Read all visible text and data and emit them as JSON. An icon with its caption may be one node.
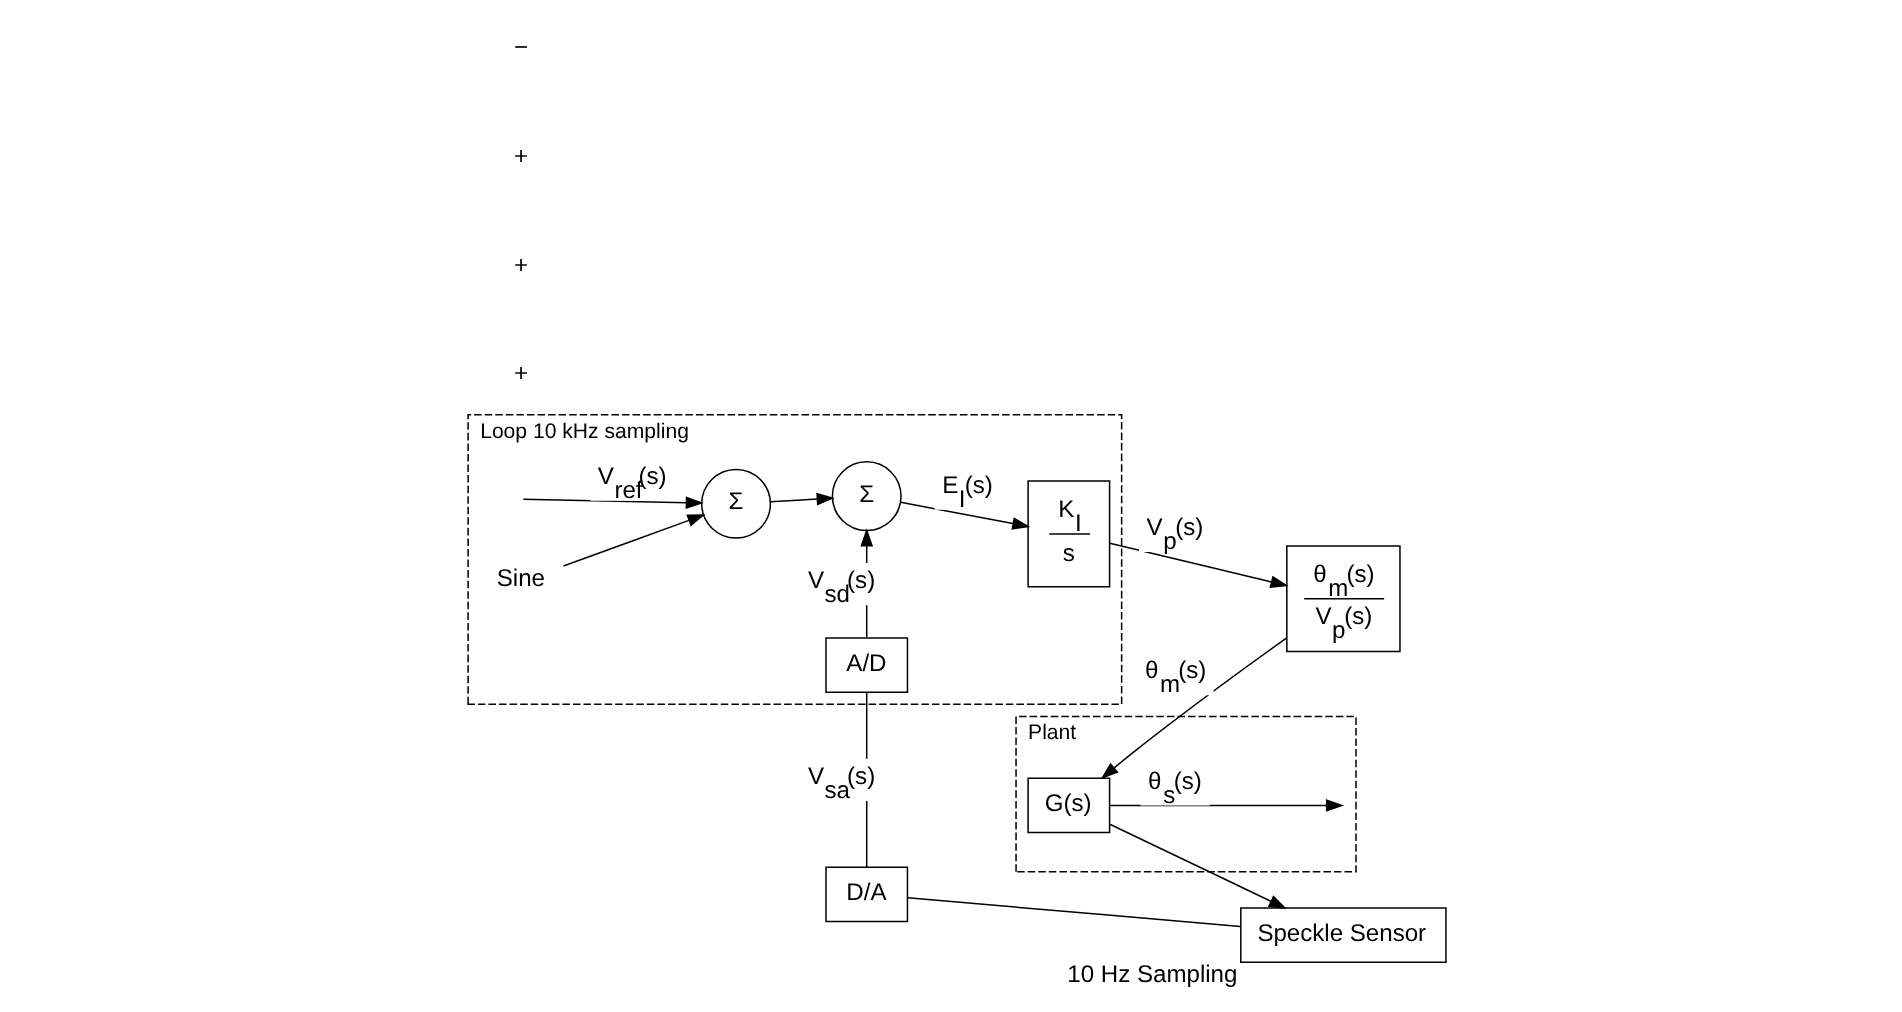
{
  "diagram": {
    "nodes": [
      {
        "text": [
          "Loop 10 kHz sampling"
        ]
      },
      {
        "text": [
          "Plant"
        ]
      },
      {
        "text": [
          "Sine"
        ],
        "in": 0
      },
      {
        "text": [
          "Σ"
        ],
        "in": 0
      },
      {
        "text": [
          "Σ"
        ],
        "in": 0
      },
      {
        "text": [
          "K$_{I}$",
          "s"
        ],
        "in": 0
      },
      {
        "text": [
          "θ$_{m}$(s)",
          "V$_{p}$(s)"
        ]
      },
      {
        "text": [
          "G(s)"
        ],
        "in": 1
      },
      {
        "text": [
          "A/D"
        ],
        "in": 0
      },
      {
        "text": [
          "D/A"
        ]
      },
      {
        "text": [
          "Speckle Sensor"
        ],
        "beside": [
          "10 Hz Sampling"
        ]
      }
    ],
    "edges": [
      {
        "from": null,
        "to": 3,
        "arrow": "to",
        "label": "V$_{ref}$(s)"
      },
      {
        "from": 2,
        "to": 3,
        "arrow": "to"
      },
      {
        "from": 3,
        "to": 4,
        "arrow": "to"
      },
      {
        "from": 4,
        "to": 5,
        "arrow": "to",
        "label": "E$_{I}$(s)"
      },
      {
        "from": 5,
        "to": 6,
        "arrow": "to",
        "label": "V$_{p}$(s)"
      },
      {
        "from": 6,
        "to": 7,
        "arrow": "to",
        "label": "θ$_{m}$(s)"
      },
      {
        "from": 7,
        "to": null,
        "arrow": "to",
        "label": "θ$_{s}$(s)"
      },
      {
        "from": 7,
        "to": 10,
        "arrow": "to"
      },
      {
        "from": 10,
        "to": 9,
        "arrow": "none"
      },
      {
        "from": 9,
        "to": 8,
        "arrow": "none",
        "label": "V$_{sa}$(s)"
      },
      {
        "from": 8,
        "to": 4,
        "arrow": "to",
        "label": "V$_{sd}$(s)"
      }
    ],
    "labels": [
      "+",
      "+",
      "+",
      "−"
    ]
  }
}
